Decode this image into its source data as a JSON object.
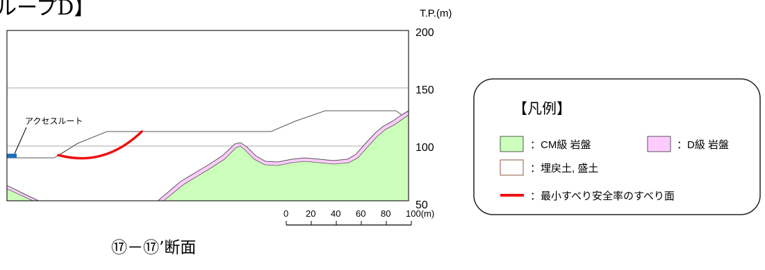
{
  "header": {
    "group_title": "ループD】"
  },
  "section": {
    "caption": "⑰－⑰’断面",
    "access_route_label": "アクセスルート"
  },
  "axis": {
    "unit_label": "T.P.(m)",
    "ticks": [
      "200",
      "150",
      "100",
      "50"
    ],
    "values": [
      200,
      150,
      100,
      50
    ]
  },
  "scale_bar": {
    "labels": [
      "0",
      "20",
      "40",
      "60",
      "80",
      "100(m)"
    ],
    "values_m": [
      0,
      20,
      40,
      60,
      80,
      100
    ]
  },
  "legend": {
    "title": "【凡例】",
    "items": [
      {
        "key": "cm",
        "label": "：CM級 岩盤",
        "color": "#ccffbb",
        "border": "#555555"
      },
      {
        "key": "d",
        "label": "：D級 岩盤",
        "color": "#ffccff",
        "border": "#555555"
      },
      {
        "key": "fill",
        "label": "：埋戻土, 盛土",
        "color": "#ffffff",
        "border": "#8b5a3c"
      },
      {
        "key": "slip",
        "label": "：最小すべり安全率のすべり面",
        "color": "#ee1111"
      }
    ]
  },
  "colors": {
    "cm_rock": "#ccffbb",
    "d_rock": "#ffccff",
    "slip_surface": "#ee1111",
    "access_route": "#1f6fbf",
    "grid": "#aaaaaa",
    "ground_line": "#555555"
  }
}
